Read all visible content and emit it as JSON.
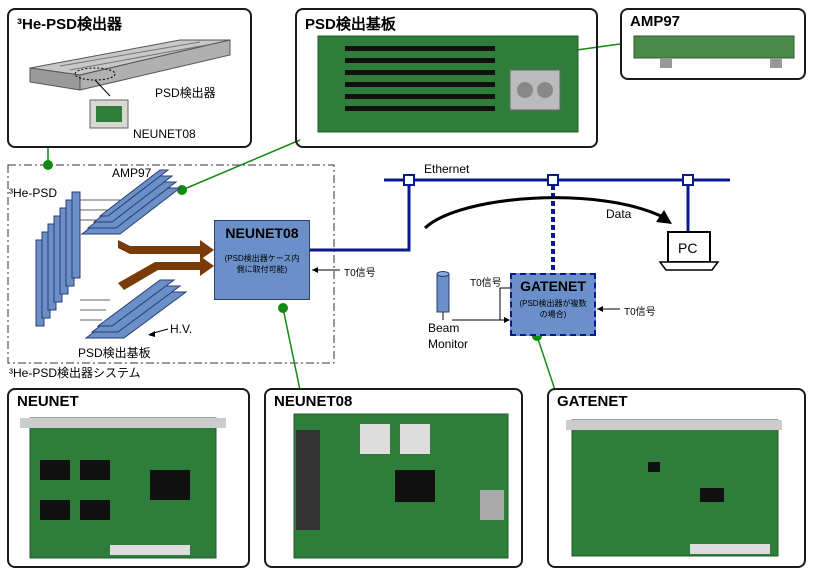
{
  "panels": {
    "he_psd": {
      "title": "³He-PSD検出器",
      "psd_label": "PSD検出器",
      "neunet_label": "NEUNET08"
    },
    "psd_board": {
      "title": "PSD検出基板"
    },
    "amp97": {
      "title": "AMP97"
    },
    "neunet": {
      "title": "NEUNET"
    },
    "neunet08": {
      "title": "NEUNET08"
    },
    "gatenet": {
      "title": "GATENET"
    }
  },
  "system": {
    "label": "³He-PSD検出器システム",
    "he_psd": "³He-PSD",
    "amp97": "AMP97",
    "psd_board": "PSD検出基板",
    "hv": "H.V."
  },
  "neunet08_box": {
    "title": "NEUNET08",
    "sub": "(PSD検出器ケース内側に取付可能)"
  },
  "gatenet_box": {
    "title": "GATENET",
    "sub": "(PSD検出器が複数の場合)"
  },
  "network": {
    "ethernet": "Ethernet",
    "data": "Data",
    "pc": "PC",
    "t0_1": "T0信号",
    "t0_2": "T0信号",
    "t0_3": "T0信号",
    "beam_monitor": "Beam\nMonitor"
  },
  "colors": {
    "panel_bg": "#eaeaf7",
    "module_blue": "#6b8fc9",
    "bus_navy": "#0a1a8a",
    "link_green": "#138a13",
    "arrow_brown": "#7a3a0a",
    "pcb_green": "#2e7d3a"
  }
}
